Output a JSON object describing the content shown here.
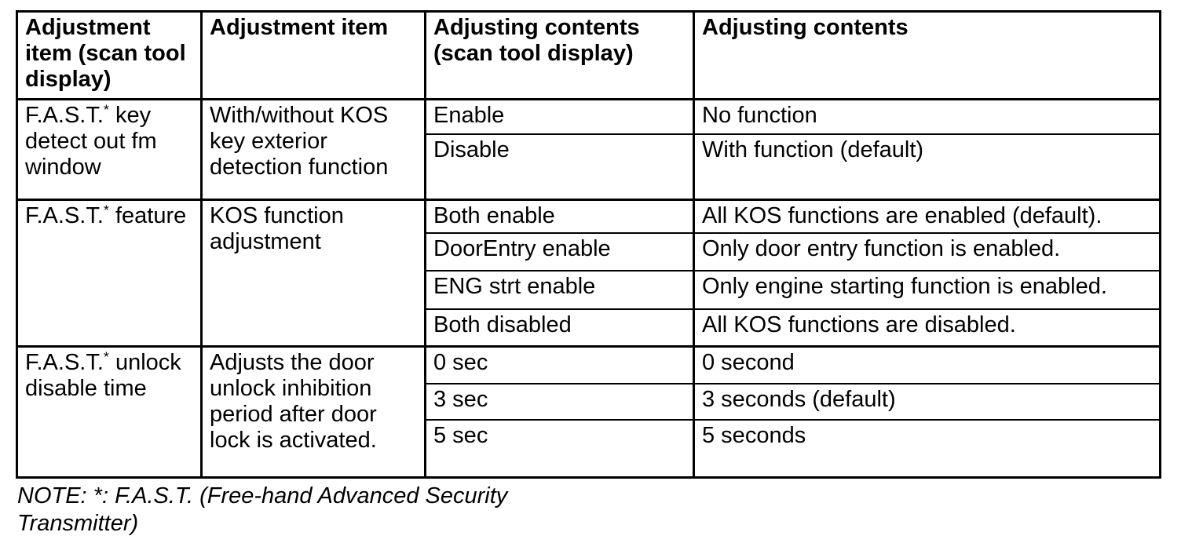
{
  "page": {
    "background_color": "#ffffff",
    "text_color": "#000000",
    "border_color": "#000000"
  },
  "table": {
    "headers": [
      "Adjustment item (scan tool display)",
      "Adjustment item",
      "Adjusting contents (scan tool display)",
      "Adjusting contents"
    ],
    "groups": [
      {
        "item_scan": {
          "pre": "F.A.S.T.",
          "sup": "*",
          "post": " key detect out fm window"
        },
        "item": "With/without KOS key exterior detection function",
        "rows": [
          {
            "content_scan": "Enable",
            "content": "No function"
          },
          {
            "content_scan": "Disable",
            "content": "With function (default)"
          }
        ]
      },
      {
        "item_scan": {
          "pre": "F.A.S.T.",
          "sup": "*",
          "post": " feature"
        },
        "item": "KOS function adjustment",
        "rows": [
          {
            "content_scan": "Both enable",
            "content": "All KOS functions are enabled (default)."
          },
          {
            "content_scan": "DoorEntry enable",
            "content": "Only door entry function is enabled."
          },
          {
            "content_scan": "ENG strt enable",
            "content": "Only engine starting function is enabled."
          },
          {
            "content_scan": "Both disabled",
            "content": "All KOS functions are disabled."
          }
        ]
      },
      {
        "item_scan": {
          "pre": "F.A.S.T.",
          "sup": "*",
          "post": " unlock disable time"
        },
        "item": "Adjusts the door unlock inhibition period after door lock is activated.",
        "rows": [
          {
            "content_scan": "0 sec",
            "content": "0 second"
          },
          {
            "content_scan": "3 sec",
            "content": "3 seconds (default)"
          },
          {
            "content_scan": "5 sec",
            "content": "5 seconds"
          }
        ]
      }
    ]
  },
  "note": {
    "text": "NOTE: *: F.A.S.T. (Free-hand Advanced Security Transmitter)"
  }
}
